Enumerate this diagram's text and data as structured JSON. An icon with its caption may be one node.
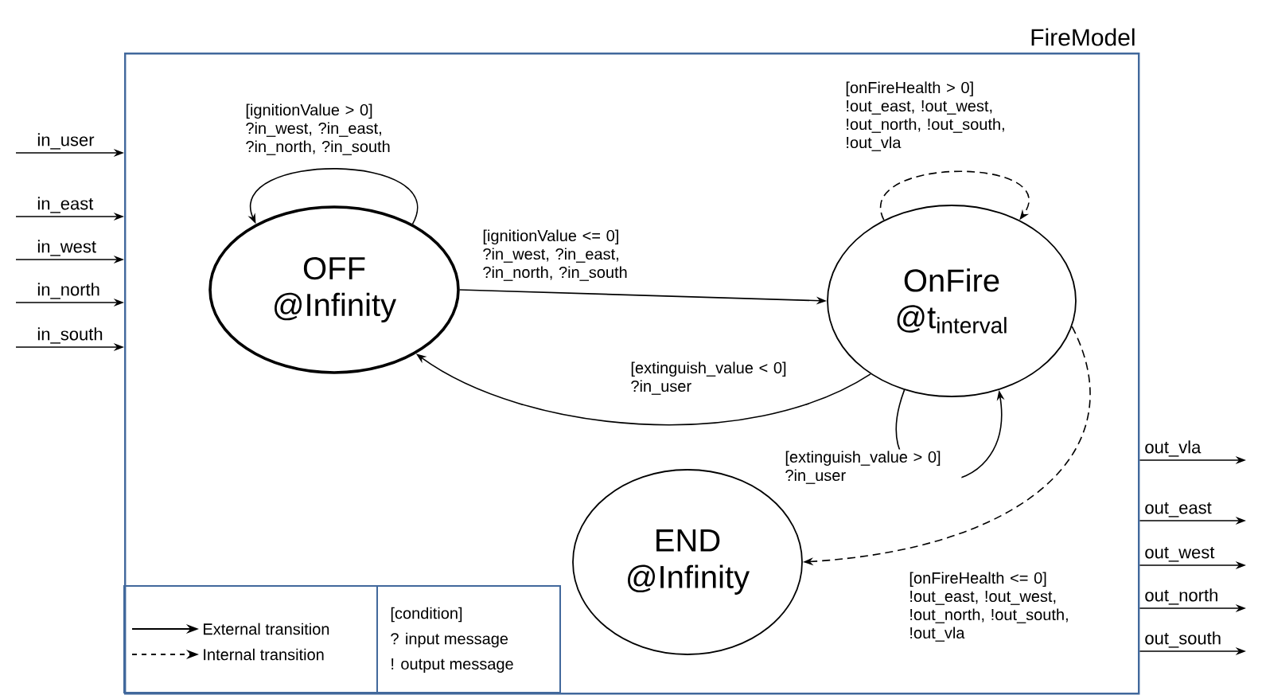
{
  "diagram": {
    "nodes": [
      {
        "text": [
          "FireModel"
        ]
      },
      {
        "text": [
          "OFF @Infinity"
        ],
        "in": 0
      },
      {
        "text": [
          "OnFire @t$_{interval}$"
        ],
        "in": 0
      },
      {
        "text": [
          "END @Infinity"
        ],
        "in": 0
      }
    ],
    "edges": [
      {
        "from": null,
        "to": 0,
        "arrow": "to",
        "label": "in_user"
      },
      {
        "from": null,
        "to": 0,
        "arrow": "to",
        "label": "in_east"
      },
      {
        "from": null,
        "to": 0,
        "arrow": "to",
        "label": "in_west"
      },
      {
        "from": null,
        "to": 0,
        "arrow": "to",
        "label": "in_north"
      },
      {
        "from": null,
        "to": 0,
        "arrow": "to",
        "label": "in_south"
      },
      {
        "from": 0,
        "to": null,
        "arrow": "to",
        "label": "out_vla"
      },
      {
        "from": 0,
        "to": null,
        "arrow": "to",
        "label": "out_east"
      },
      {
        "from": 0,
        "to": null,
        "arrow": "to",
        "label": "out_west"
      },
      {
        "from": 0,
        "to": null,
        "arrow": "to",
        "label": "out_north"
      },
      {
        "from": 0,
        "to": null,
        "arrow": "to",
        "label": "out_south"
      },
      {
        "from": 1,
        "to": 1,
        "arrow": "to",
        "label": "[ignitionValue > 0] ?in_west, ?in_east, ?in_north, ?in_south"
      },
      {
        "from": 1,
        "to": 2,
        "arrow": "to",
        "label": "[ignitionValue <= 0] ?in_west, ?in_east, ?in_north, ?in_south"
      },
      {
        "from": 2,
        "to": 2,
        "arrow": "to",
        "label": "[onFireHealth > 0] !out_east, !out_west, !out_north, !out_south, !out_vla",
        "style": "dashed"
      },
      {
        "from": 2,
        "to": 1,
        "arrow": "to",
        "label": "[extinguish_value < 0] ?in_user"
      },
      {
        "from": 2,
        "to": 2,
        "arrow": "to",
        "label": "[extinguish_value > 0] ?in_user"
      },
      {
        "from": 2,
        "to": 3,
        "arrow": "to",
        "label": "[onFireHealth <= 0] !out_east, !out_west, !out_north, !out_south, !out_vla",
        "style": "dashed"
      }
    ],
    "labels": [
      "[condition]",
      "? input message",
      "! output message"
    ],
    "legend": [
      {
        "text": "External transition"
      },
      {
        "text": "Internal transition"
      }
    ]
  }
}
